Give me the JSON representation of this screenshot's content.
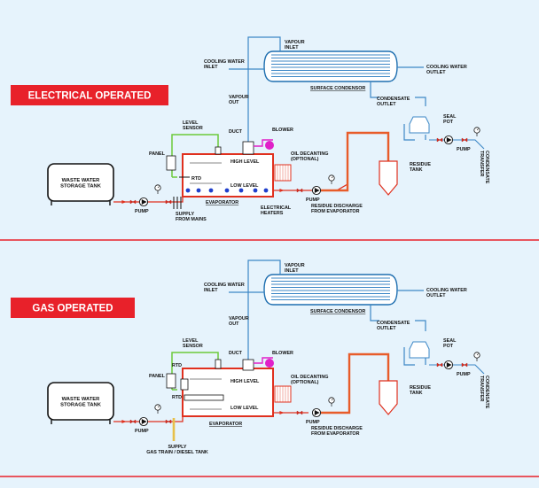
{
  "sections": [
    {
      "banner": "ELECTRICAL OPERATED",
      "labels": {
        "vapour_inlet": [
          "VAPOUR",
          "INLET"
        ],
        "cooling_water_inlet": [
          "COOLING WATER",
          "INLET"
        ],
        "cooling_water_outlet": [
          "COOLING WATER",
          "OUTLET"
        ],
        "surface_condensor": "SURFACE CONDENSOR",
        "condensate_outlet": [
          "CONDENSATE",
          "OUTLET"
        ],
        "seal_pot": [
          "SEAL",
          "POT"
        ],
        "pump_right": "PUMP",
        "condensate_transfer": [
          "CONDENSATE",
          "TRANSFER"
        ],
        "vapour_out": [
          "VAPOUR",
          "OUT"
        ],
        "level_sensor": [
          "LEVEL",
          "SENSOR"
        ],
        "duct": "DUCT",
        "blower": "BLOWER",
        "panel": "PANEL",
        "high_level": "HIGH LEVEL",
        "low_level": "LOW LEVEL",
        "rtd": "RTD",
        "oil_decanting": [
          "OIL DECANTING",
          "(OPTIONAL)"
        ],
        "residue_tank": [
          "RESIDUE",
          "TANK"
        ],
        "waste_water_tank": [
          "WASTE WATER",
          "STORAGE TANK"
        ],
        "pump_left": "PUMP",
        "pump_mid": "PUMP",
        "evaporator": "EVAPORATOR",
        "electrical_heaters": [
          "ELECTRICAL",
          "HEATERS"
        ],
        "residue_discharge": [
          "RESIDUE DISCHARGE",
          "FROM EVAPORATOR"
        ],
        "supply": [
          "SUPPLY",
          "FROM MAINS"
        ]
      }
    },
    {
      "banner": "GAS OPERATED",
      "labels": {
        "vapour_inlet": [
          "VAPOUR",
          "INLET"
        ],
        "cooling_water_inlet": [
          "COOLING WATER",
          "INLET"
        ],
        "cooling_water_outlet": [
          "COOLING WATER",
          "OUTLET"
        ],
        "surface_condensor": "SURFACE CONDENSOR",
        "condensate_outlet": [
          "CONDENSATE",
          "OUTLET"
        ],
        "seal_pot": [
          "SEAL",
          "POT"
        ],
        "pump_right": "PUMP",
        "condensate_transfer": [
          "CONDENSATE",
          "TRANSFER"
        ],
        "vapour_out": [
          "VAPOUR",
          "OUT"
        ],
        "level_sensor": [
          "LEVEL",
          "SENSOR"
        ],
        "duct": "DUCT",
        "blower": "BLOWER",
        "panel": "PANEL",
        "high_level": "HIGH LEVEL",
        "low_level": "LOW LEVEL",
        "rtd": "RTD",
        "rtd2": "RTD",
        "oil_decanting": [
          "OIL DECANTING",
          "(OPTIONAL)"
        ],
        "residue_tank": [
          "RESIDUE",
          "TANK"
        ],
        "waste_water_tank": [
          "WASTE WATER",
          "STORAGE TANK"
        ],
        "pump_left": "PUMP",
        "pump_mid": "PUMP",
        "evaporator": "EVAPORATOR",
        "residue_discharge": [
          "RESIDUE DISCHARGE",
          "FROM EVAPORATOR"
        ],
        "supply": [
          "SUPPLY",
          "GAS TRAIN / DIESEL TANK"
        ]
      }
    }
  ],
  "colors": {
    "background": "#e6f3fc",
    "banner": "#e8212a",
    "divider": "#e8212a",
    "pipe_blue": "#3c87c6",
    "pipe_green": "#6cc93a",
    "pipe_red": "#e0301e",
    "pipe_orange": "#e85c2a",
    "pipe_magenta": "#e020c8",
    "heater_blue": "#1f3fcc",
    "burner_yellow": "#e7c04a"
  }
}
